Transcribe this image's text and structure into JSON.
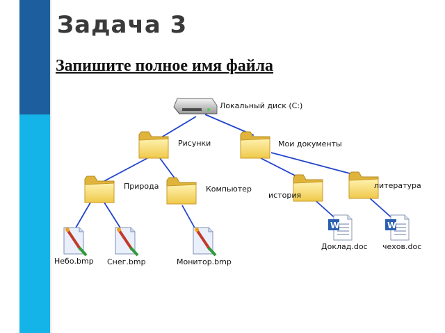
{
  "slide": {
    "title": "Задача 3",
    "subtitle": "Запишите полное имя файла"
  },
  "tree": {
    "root": {
      "label": "Локальный диск (C:)",
      "icon": "hard-drive-icon"
    },
    "folders": [
      {
        "id": "pictures",
        "label": "Рисунки",
        "icon": "folder-icon"
      },
      {
        "id": "my-documents",
        "label": "Мои документы",
        "icon": "folder-icon"
      },
      {
        "id": "nature",
        "label": "Природа",
        "icon": "folder-icon"
      },
      {
        "id": "computer",
        "label": "Компьютер",
        "icon": "folder-icon"
      },
      {
        "id": "history",
        "label": "история",
        "icon": "folder-icon"
      },
      {
        "id": "literature",
        "label": "литература",
        "icon": "folder-icon"
      }
    ],
    "files": [
      {
        "id": "sky",
        "label": "Небо.bmp",
        "icon": "bitmap-file-icon"
      },
      {
        "id": "snow",
        "label": "Снег.bmp",
        "icon": "bitmap-file-icon"
      },
      {
        "id": "monitor",
        "label": "Монитор.bmp",
        "icon": "bitmap-file-icon"
      },
      {
        "id": "report",
        "label": "Доклад.doc",
        "icon": "word-document-icon"
      },
      {
        "id": "chekhov",
        "label": "чехов.doc",
        "icon": "word-document-icon"
      }
    ]
  },
  "colors": {
    "sidebar_dark": "#1c5e9e",
    "sidebar_light": "#14b4e8",
    "connector": "#2244cc",
    "folder": "#f6d96b"
  }
}
